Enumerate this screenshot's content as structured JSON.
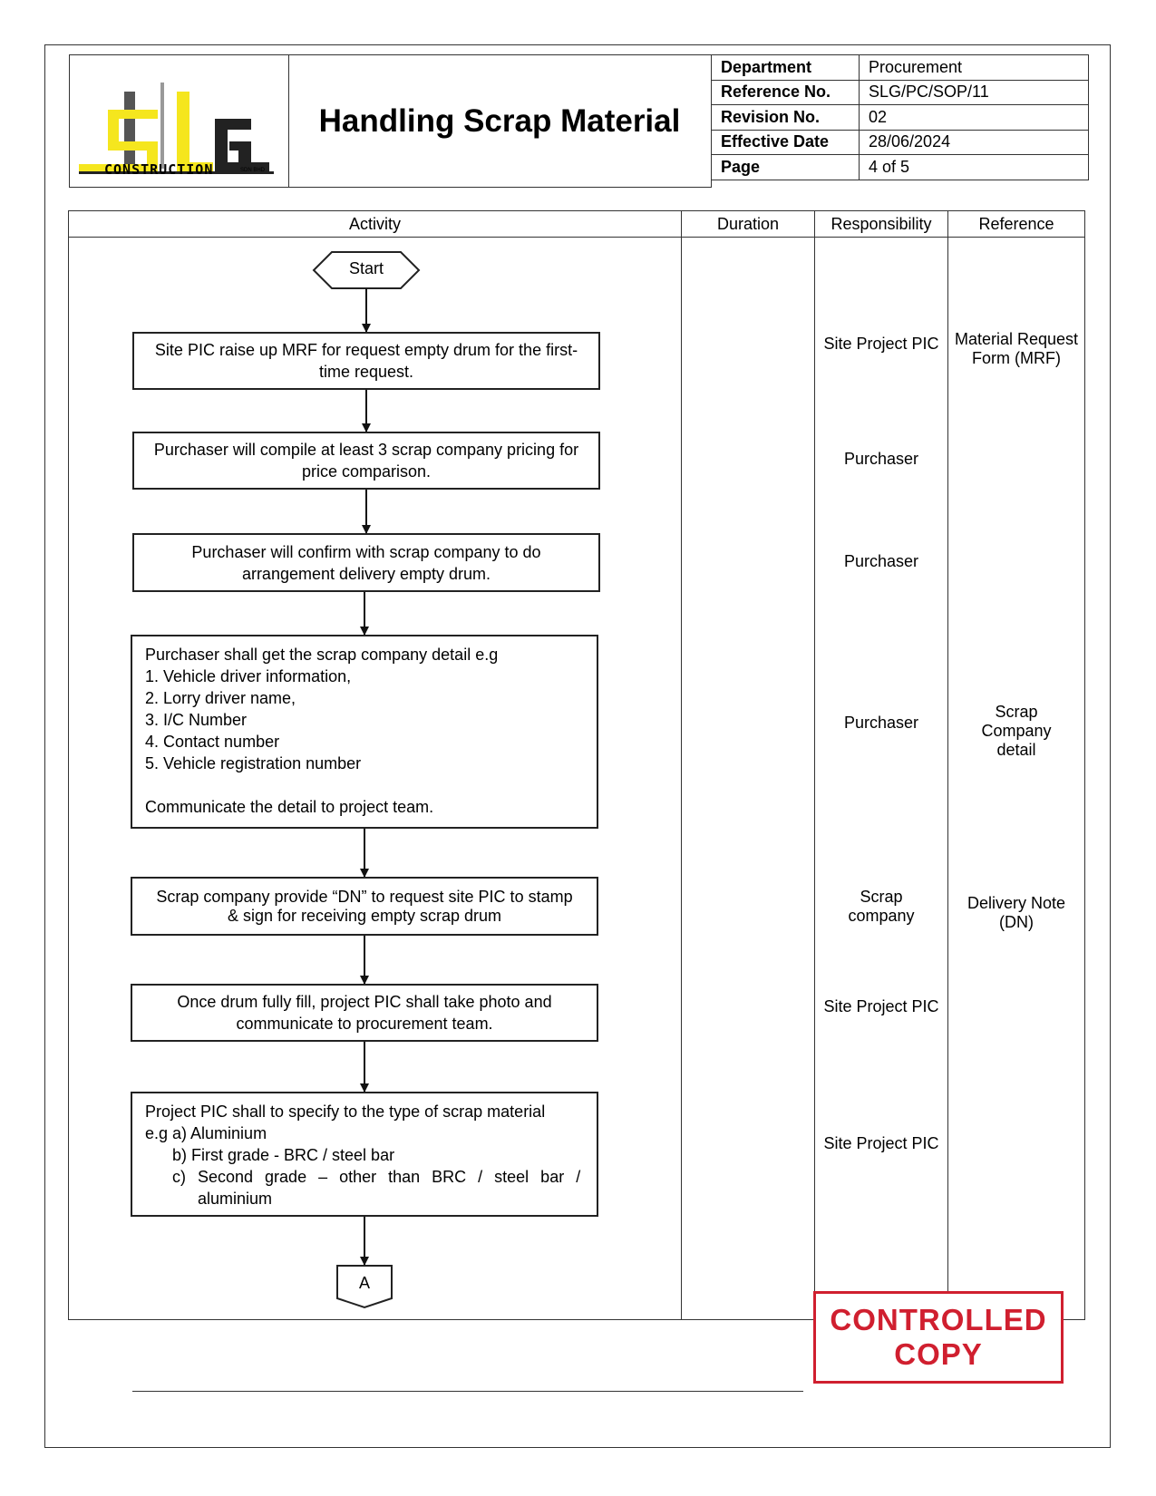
{
  "header": {
    "logo": {
      "main_letters": "SLG",
      "sub_text": "CONSTRUCTION",
      "small_text": "SDN BHD",
      "accent_color": "#f5e61e"
    },
    "title": "Handling Scrap Material",
    "meta": [
      {
        "key": "Department",
        "value": "Procurement"
      },
      {
        "key": "Reference No.",
        "value": "SLG/PC/SOP/11"
      },
      {
        "key": "Revision No.",
        "value": "02"
      },
      {
        "key": "Effective Date",
        "value": "28/06/2024"
      },
      {
        "key": "Page",
        "value": "4 of 5"
      }
    ]
  },
  "table": {
    "columns": {
      "activity": "Activity",
      "duration": "Duration",
      "responsibility": "Responsibility",
      "reference": "Reference"
    }
  },
  "flow": {
    "start": "Start",
    "connector": "A",
    "step1": {
      "text": "Site PIC raise up MRF for request empty drum for the first-time request.",
      "responsibility": "Site Project PIC",
      "reference": "Material Request Form (MRF)"
    },
    "step2": {
      "text": "Purchaser will compile at least 3 scrap company pricing for price comparison.",
      "responsibility": "Purchaser"
    },
    "step3": {
      "text": "Purchaser will confirm with scrap company to do arrangement delivery empty drum.",
      "responsibility": "Purchaser"
    },
    "step4": {
      "intro": "Purchaser shall get the scrap company detail e.g",
      "items": [
        "1. Vehicle driver information,",
        "2. Lorry driver name,",
        "3. I/C Number",
        "4. Contact number",
        "5. Vehicle registration number"
      ],
      "outro": "Communicate the detail to project team.",
      "responsibility": "Purchaser",
      "reference": "Scrap Company detail"
    },
    "step5": {
      "line1": "Scrap company provide “DN” to request site PIC to stamp",
      "line2": "& sign for receiving empty scrap drum",
      "responsibility": "Scrap company",
      "reference": "Delivery Note (DN)"
    },
    "step6": {
      "text": "Once drum fully fill, project PIC shall take photo and communicate to procurement team.",
      "responsibility": "Site Project PIC"
    },
    "step7": {
      "line1": "Project PIC shall to specify to the type of scrap material",
      "line2": "e.g a) Aluminium",
      "line3": "b) First grade - BRC / steel bar",
      "line4": "c) Second grade – other than BRC / steel bar /",
      "line5": "aluminium",
      "responsibility": "Site Project PIC"
    }
  },
  "stamp": {
    "line1": "CONTROLLED",
    "line2": "COPY",
    "color": "#d01f2f"
  }
}
